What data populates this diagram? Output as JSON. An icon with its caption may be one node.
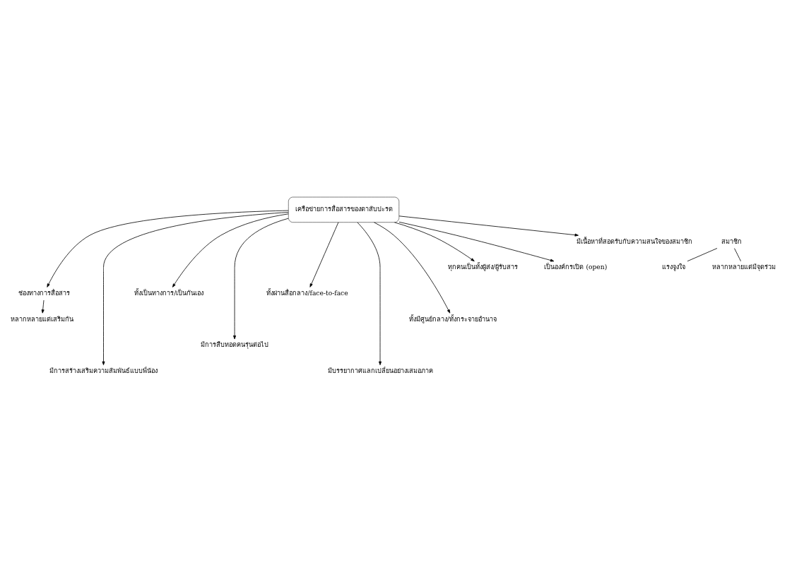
{
  "diagram": {
    "nodes": [
      {
        "text": [
          "เครือข่ายการสื่อสารของตาสับปะรด"
        ]
      },
      {
        "text": [
          "สมาชิก"
        ]
      },
      {
        "text": [
          "แรงจูงใจ"
        ]
      },
      {
        "text": [
          "หลากหลายแต่มีจุดร่วม"
        ]
      },
      {
        "text": [
          "ช่องทางการสื่อสาร"
        ]
      },
      {
        "text": [
          "หลากหลายแต่เสริมกัน"
        ]
      },
      {
        "text": [
          "มีการสร้างเสริมความสัมพันธ์แบบพี่น้อง"
        ]
      },
      {
        "text": [
          "ทั้งเป็นทางการ/เป็นกันเอง"
        ]
      },
      {
        "text": [
          "มีการสืบทอดคนรุ่นต่อไป"
        ]
      },
      {
        "text": [
          "ทั้งผ่านสื่อกลาง/face-to-face"
        ]
      },
      {
        "text": [
          "มีบรรยากาศแลกเปลี่ยนอย่างเสมอภาค"
        ]
      },
      {
        "text": [
          "ทั้งมีศูนย์กลาง/ทั้งกระจายอำนาจ"
        ]
      },
      {
        "text": [
          "ทุกคนเป็นทั้งผู้ส่ง/ผู้รับสาร"
        ]
      },
      {
        "text": [
          "เป็นองค์กรเปิด (open)"
        ]
      },
      {
        "text": [
          "มีเนื้อหาที่สอดรับกับความสนใจของสมาชิก"
        ]
      }
    ],
    "edges": [
      {
        "from": 1,
        "to": 2,
        "arrow": "none"
      },
      {
        "from": 1,
        "to": 3,
        "arrow": "none"
      },
      {
        "from": 0,
        "to": 4,
        "arrow": "to"
      },
      {
        "from": 4,
        "to": 5,
        "arrow": "to"
      },
      {
        "from": 0,
        "to": 6,
        "arrow": "to"
      },
      {
        "from": 0,
        "to": 7,
        "arrow": "to"
      },
      {
        "from": 0,
        "to": 8,
        "arrow": "to"
      },
      {
        "from": 0,
        "to": 9,
        "arrow": "to"
      },
      {
        "from": 0,
        "to": 10,
        "arrow": "to"
      },
      {
        "from": 0,
        "to": 11,
        "arrow": "to"
      },
      {
        "from": 0,
        "to": 12,
        "arrow": "to"
      },
      {
        "from": 0,
        "to": 13,
        "arrow": "to"
      },
      {
        "from": 0,
        "to": 14,
        "arrow": "to"
      }
    ]
  }
}
